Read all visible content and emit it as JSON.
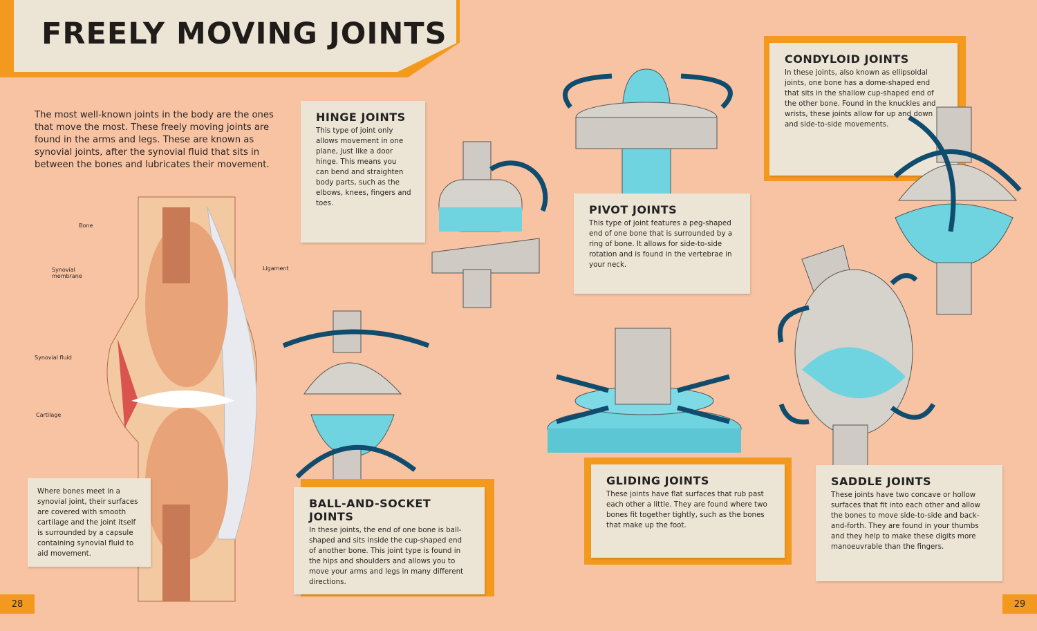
{
  "title": "FREELY MOVING JOINTS",
  "intro": "The most well-known joints in the body are the ones that move the most. These freely moving joints are found in the arms and legs. These are known as synovial joints, after the synovial fluid that sits in between the bones and lubricates their movement.",
  "diagram_labels": {
    "bone": "Bone",
    "synovial_membrane": "Synovial membrane",
    "ligament": "Ligament",
    "synovial_fluid": "Synovial fluid",
    "cartilage": "Cartilage"
  },
  "caption": "Where bones meet in a synovial joint, their surfaces are covered with smooth cartilage and the joint itself is surrounded by a capsule containing synovial fluid to aid movement.",
  "hinge": {
    "title": "HINGE JOINTS",
    "text": "This type of joint only allows movement in one plane, just like a door hinge. This means you can bend and straighten body parts, such as the elbows, knees, fingers and toes."
  },
  "ball": {
    "title": "BALL-AND-SOCKET JOINTS",
    "text": "In these joints, the end of one bone is ball-shaped and sits inside the cup-shaped end of another bone. This joint type is found in the hips and shoulders and allows you to move your arms and legs in many different directions."
  },
  "pivot": {
    "title": "PIVOT JOINTS",
    "text": "This type of joint features a peg-shaped end of one bone that is surrounded by a ring of bone. It allows for side-to-side rotation and is found in the vertebrae in your neck."
  },
  "condyloid": {
    "title": "CONDYLOID JOINTS",
    "text": "In these joints, also known as ellipsoidal joints, one bone has a dome-shaped end that sits in the shallow cup-shaped end of the other bone. Found in the knuckles and wrists, these joints allow for up and down and side-to-side movements."
  },
  "gliding": {
    "title": "GLIDING JOINTS",
    "text": "These joints have flat surfaces that rub past each other a little. They are found where two bones fit together tightly, such as the bones that make up the foot."
  },
  "saddle": {
    "title": "SADDLE JOINTS",
    "text": "These joints have two concave or hollow surfaces that fit into each other and allow the bones to move side-to-side and back-and-forth. They are found in your thumbs and they help to make these digits more manoeuvrable than the fingers."
  },
  "page_left": "28",
  "page_right": "29"
}
